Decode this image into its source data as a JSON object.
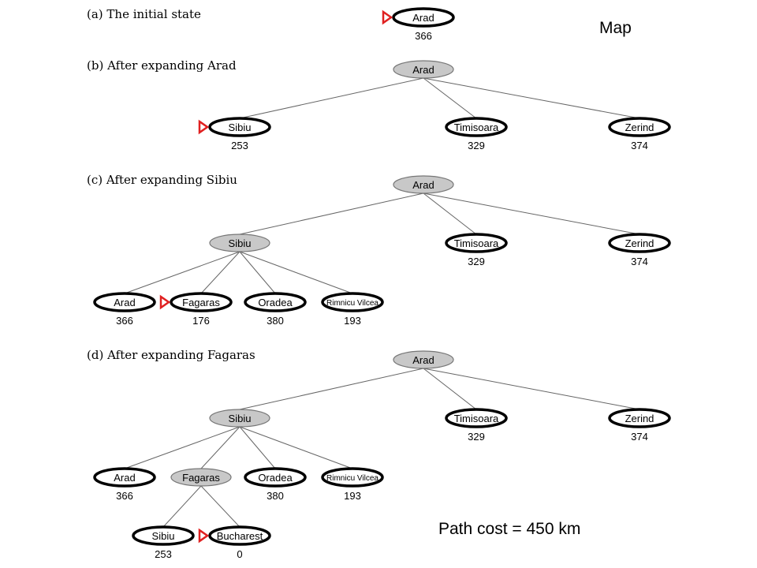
{
  "header": {
    "map_label": "Map"
  },
  "footer": {
    "path_cost": "Path cost = 450 km"
  },
  "colors": {
    "marker": "#e02020",
    "expanded_fill": "#c8c8c8",
    "frontier_stroke": "#000000",
    "edge": "#666666"
  },
  "panels": [
    {
      "caption": "(a) The initial state",
      "nodes": [
        {
          "label": "Arad",
          "h": "366",
          "state": "frontier",
          "marker": true
        }
      ]
    },
    {
      "caption": "(b) After expanding Arad",
      "nodes": [
        {
          "label": "Arad",
          "h": "",
          "state": "expanded",
          "marker": false
        },
        {
          "label": "Sibiu",
          "h": "253",
          "state": "frontier",
          "marker": true
        },
        {
          "label": "Timisoara",
          "h": "329",
          "state": "frontier",
          "marker": false
        },
        {
          "label": "Zerind",
          "h": "374",
          "state": "frontier",
          "marker": false
        }
      ]
    },
    {
      "caption": "(c) After expanding Sibiu",
      "nodes": [
        {
          "label": "Arad",
          "h": "",
          "state": "expanded",
          "marker": false
        },
        {
          "label": "Sibiu",
          "h": "",
          "state": "expanded",
          "marker": false
        },
        {
          "label": "Timisoara",
          "h": "329",
          "state": "frontier",
          "marker": false
        },
        {
          "label": "Zerind",
          "h": "374",
          "state": "frontier",
          "marker": false
        },
        {
          "label": "Arad",
          "h": "366",
          "state": "frontier",
          "marker": false
        },
        {
          "label": "Fagaras",
          "h": "176",
          "state": "frontier",
          "marker": true
        },
        {
          "label": "Oradea",
          "h": "380",
          "state": "frontier",
          "marker": false
        },
        {
          "label": "Rimnicu Vilcea",
          "h": "193",
          "state": "frontier",
          "marker": false
        }
      ]
    },
    {
      "caption": "(d) After expanding Fagaras",
      "nodes": [
        {
          "label": "Arad",
          "h": "",
          "state": "expanded",
          "marker": false
        },
        {
          "label": "Sibiu",
          "h": "",
          "state": "expanded",
          "marker": false
        },
        {
          "label": "Timisoara",
          "h": "329",
          "state": "frontier",
          "marker": false
        },
        {
          "label": "Zerind",
          "h": "374",
          "state": "frontier",
          "marker": false
        },
        {
          "label": "Arad",
          "h": "366",
          "state": "frontier",
          "marker": false
        },
        {
          "label": "Fagaras",
          "h": "",
          "state": "expanded",
          "marker": false
        },
        {
          "label": "Oradea",
          "h": "380",
          "state": "frontier",
          "marker": false
        },
        {
          "label": "Rimnicu Vilcea",
          "h": "193",
          "state": "frontier",
          "marker": false
        },
        {
          "label": "Sibiu",
          "h": "253",
          "state": "frontier",
          "marker": false
        },
        {
          "label": "Bucharest",
          "h": "0",
          "state": "frontier",
          "marker": true
        }
      ]
    }
  ]
}
